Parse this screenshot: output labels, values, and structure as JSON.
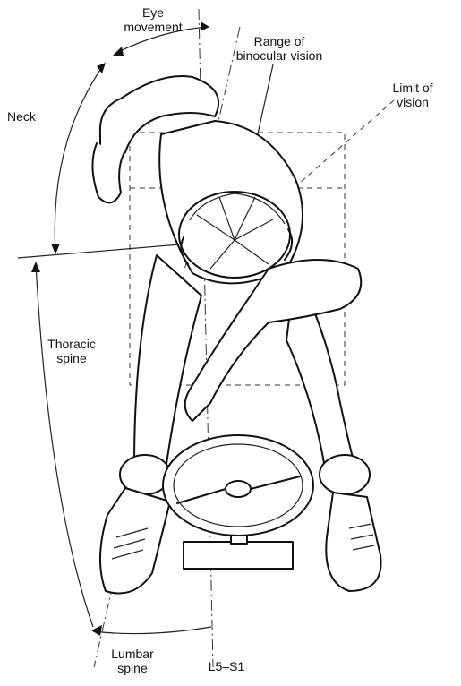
{
  "labels": {
    "eye_movement": "Eye\nmovement",
    "range_binocular": "Range of\nbinocular vision",
    "limit_vision": "Limit of\nvision",
    "neck": "Neck",
    "thoracic_spine": "Thoracic\nspine",
    "lumbar_spine": "Lumbar\nspine",
    "l5_s1": "L5–S1"
  },
  "colors": {
    "ink": "#111111",
    "background": "#ffffff"
  }
}
